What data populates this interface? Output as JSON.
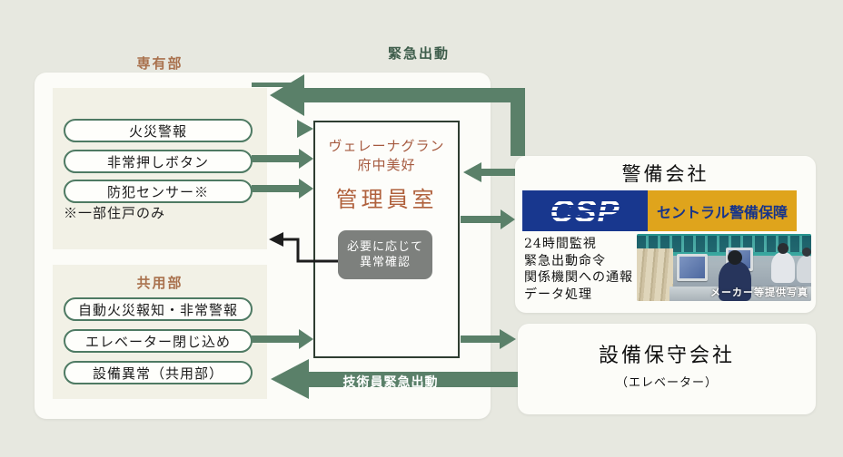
{
  "diagram": {
    "top_arrow_label": "緊急出動",
    "bottom_arrow_label": "技術員緊急出動"
  },
  "private": {
    "label": "専有部",
    "pills": [
      "火災警報",
      "非常押しボタン",
      "防犯センサー※"
    ],
    "note": "※一部住戸のみ"
  },
  "common": {
    "label": "共用部",
    "pills": [
      "自動火災報知・非常警報",
      "エレベーター閉じ込め",
      "設備異常（共用部）"
    ]
  },
  "management": {
    "building_line1": "ヴェレーナグラン",
    "building_line2": "府中美好",
    "room": "管理員室",
    "note_line1": "必要に応じて",
    "note_line2": "異常確認"
  },
  "security": {
    "title": "警備会社",
    "logo_acronym": "CSP",
    "logo_name": "セントラル警備保障",
    "duties": [
      "24時間監視",
      "緊急出動命令",
      "関係機関への通報",
      "データ処理"
    ],
    "photo_caption": "メーカー等提供写真"
  },
  "maintenance": {
    "title": "設備保守会社",
    "subtitle": "（エレベーター）"
  },
  "colors": {
    "arrow_green": "#5a8069",
    "accent_brown": "#a9714d",
    "csp_blue": "#18378e",
    "csp_yellow": "#dfa41c"
  }
}
